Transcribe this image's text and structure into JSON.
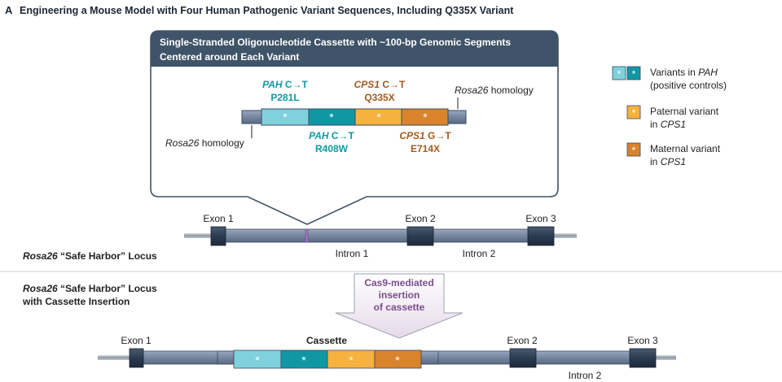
{
  "panel": {
    "letter": "A",
    "title": "Engineering a Mouse Model with Four Human Pathogenic Variant Sequences, Including Q335X Variant"
  },
  "cassette_box": {
    "header_line1": "Single-Stranded Oligonucleotide Cassette with ~100-bp Genomic Segments",
    "header_line2": "Centered around Each Variant",
    "labels": {
      "pah1_gene": "PAH",
      "pah1_change": " C→T",
      "pah1_protein": "P281L",
      "cps1a_gene": "CPS1",
      "cps1a_change": " C→T",
      "cps1a_protein": "Q335X",
      "rosa_right_gene": "Rosa26",
      "rosa_right_text": " homology",
      "rosa_left_gene": "Rosa26",
      "rosa_left_text": " homology",
      "pah2_gene": "PAH",
      "pah2_change": " C→T",
      "pah2_protein": "R408W",
      "cps1b_gene": "CPS1",
      "cps1b_change": " G→T",
      "cps1b_protein": "E714X"
    },
    "segment_mark": "*"
  },
  "legend": {
    "items": [
      {
        "line1a": "Variants in ",
        "line1b": "PAH",
        "line2a": "(positive controls)",
        "line2b": ""
      },
      {
        "line1a": "Paternal variant",
        "line1b": "",
        "line2a": "in ",
        "line2b": "CPS1"
      },
      {
        "line1a": "Maternal variant",
        "line1b": "",
        "line2a": "in ",
        "line2b": "CPS1"
      }
    ],
    "mark": "*"
  },
  "locus1": {
    "exon1": "Exon 1",
    "exon2": "Exon 2",
    "exon3": "Exon 3",
    "intron1": "Intron 1",
    "intron2": "Intron 2",
    "name_italic": "Rosa26",
    "name_rest": " “Safe Harbor” Locus"
  },
  "locus2": {
    "name_italic": "Rosa26",
    "name_rest": " “Safe Harbor” Locus",
    "name_line2": "with Cassette Insertion",
    "exon1": "Exon 1",
    "cassette": "Cassette",
    "exon2": "Exon 2",
    "exon3": "Exon 3",
    "intron2": "Intron 2"
  },
  "arrow": {
    "line1": "Cas9-mediated",
    "line2": "insertion",
    "line3": "of cassette"
  },
  "colors": {
    "header_bg": "#3f5468",
    "pah": "#7fd1dc",
    "pah_dark": "#0f98a4",
    "cps1_paternal": "#f6b13e",
    "cps1_maternal": "#d9842c",
    "gene_teal": "#0f9aa6",
    "gene_brown": "#a45a1e",
    "intron": "#7a8aa3",
    "exon": "#2d3d52",
    "purple": "#7a4d8f"
  }
}
